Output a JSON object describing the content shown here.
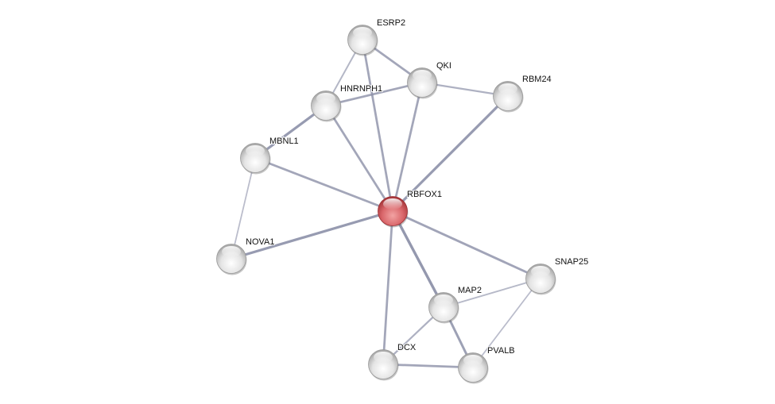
{
  "network": {
    "nodes": [
      {
        "id": "ESRP2",
        "label": "ESRP2",
        "query": false
      },
      {
        "id": "QKI",
        "label": "QKI",
        "query": false
      },
      {
        "id": "RBM24",
        "label": "RBM24",
        "query": false
      },
      {
        "id": "HNRNPH1",
        "label": "HNRNPH1",
        "query": false
      },
      {
        "id": "MBNL1",
        "label": "MBNL1",
        "query": false
      },
      {
        "id": "RBFOX1",
        "label": "RBFOX1",
        "query": true
      },
      {
        "id": "NOVA1",
        "label": "NOVA1",
        "query": false
      },
      {
        "id": "SNAP25",
        "label": "SNAP25",
        "query": false
      },
      {
        "id": "MAP2",
        "label": "MAP2",
        "query": false
      },
      {
        "id": "DCX",
        "label": "DCX",
        "query": false
      },
      {
        "id": "PVALB",
        "label": "PVALB",
        "query": false
      }
    ],
    "edges": [
      {
        "source": "ESRP2",
        "target": "HNRNPH1",
        "weight": 0.4
      },
      {
        "source": "ESRP2",
        "target": "QKI",
        "weight": 0.7
      },
      {
        "source": "ESRP2",
        "target": "RBFOX1",
        "weight": 0.7
      },
      {
        "source": "QKI",
        "target": "HNRNPH1",
        "weight": 0.7
      },
      {
        "source": "QKI",
        "target": "RBM24",
        "weight": 0.5
      },
      {
        "source": "QKI",
        "target": "RBFOX1",
        "weight": 0.7
      },
      {
        "source": "RBM24",
        "target": "RBFOX1",
        "weight": 0.9
      },
      {
        "source": "HNRNPH1",
        "target": "MBNL1",
        "weight": 0.9
      },
      {
        "source": "HNRNPH1",
        "target": "RBFOX1",
        "weight": 0.7
      },
      {
        "source": "MBNL1",
        "target": "RBFOX1",
        "weight": 0.7
      },
      {
        "source": "MBNL1",
        "target": "NOVA1",
        "weight": 0.3
      },
      {
        "source": "NOVA1",
        "target": "RBFOX1",
        "weight": 0.9
      },
      {
        "source": "RBFOX1",
        "target": "SNAP25",
        "weight": 0.75
      },
      {
        "source": "RBFOX1",
        "target": "MAP2",
        "weight": 0.95
      },
      {
        "source": "RBFOX1",
        "target": "DCX",
        "weight": 0.7
      },
      {
        "source": "SNAP25",
        "target": "MAP2",
        "weight": 0.35
      },
      {
        "source": "SNAP25",
        "target": "PVALB",
        "weight": 0.3
      },
      {
        "source": "MAP2",
        "target": "DCX",
        "weight": 0.5
      },
      {
        "source": "MAP2",
        "target": "PVALB",
        "weight": 0.8
      },
      {
        "source": "DCX",
        "target": "PVALB",
        "weight": 0.7
      }
    ],
    "colors": {
      "query_node": "#d9666a",
      "node": "#dcdcdc",
      "edge": "#8c90a8"
    }
  }
}
